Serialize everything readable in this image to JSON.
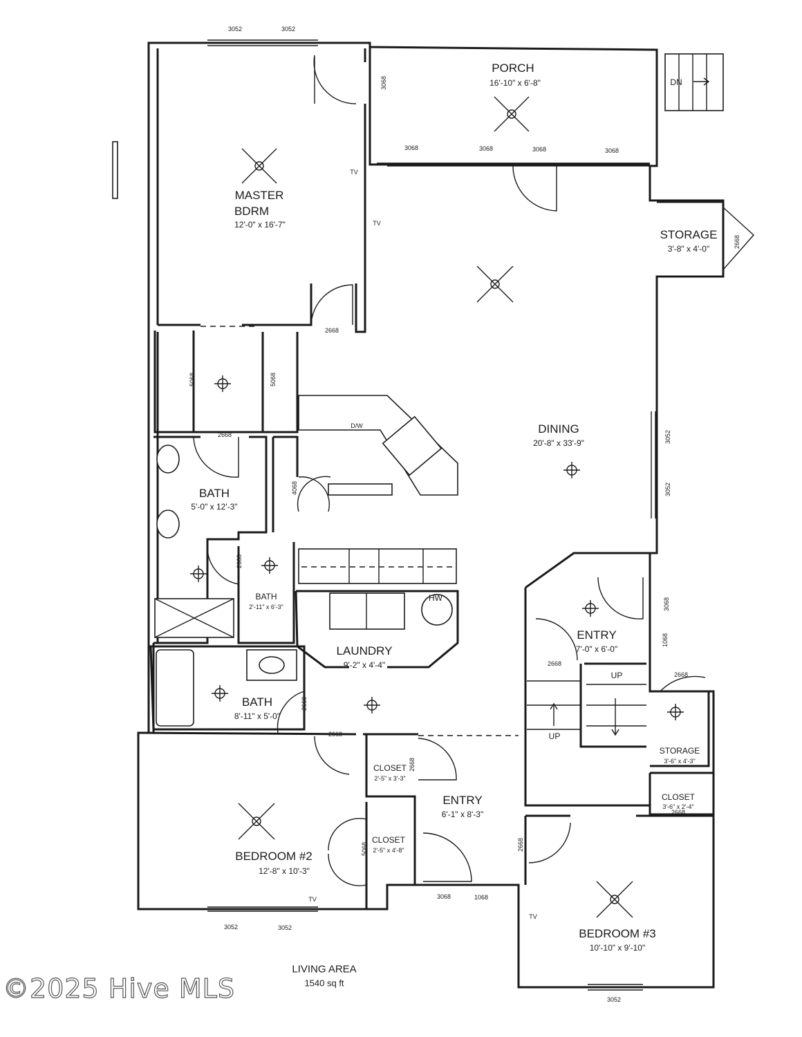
{
  "rooms": {
    "porch": {
      "name": "PORCH",
      "dims": "16'-10\" x 6'-8\""
    },
    "master": {
      "name_line1": "MASTER",
      "name_line2": "BDRM",
      "dims": "12'-0\" x 16'-7\""
    },
    "storage_top": {
      "name": "STORAGE",
      "dims": "3'-8\" x 4'-0\""
    },
    "dining": {
      "name": "DINING",
      "dims": "20'-8\" x 33'-9\""
    },
    "bath_master": {
      "name": "BATH",
      "dims": "5'-0\" x 12'-3\""
    },
    "bath_small": {
      "name": "BATH",
      "dims": "2'-11\" x 6'-3\""
    },
    "laundry": {
      "name": "LAUNDRY",
      "dims": "9'-2\" x 4'-4\""
    },
    "bath_hall": {
      "name": "BATH",
      "dims": "8'-11\" x 5'-0\""
    },
    "entry_right": {
      "name": "ENTRY",
      "dims": "7'-0\" x 6'-0\""
    },
    "storage_bottom": {
      "name": "STORAGE",
      "dims": "3'-6\" x 4'-3\""
    },
    "closet_1": {
      "name": "CLOSET",
      "dims": "2'-5\" x 3'-3\""
    },
    "closet_2": {
      "name": "CLOSET",
      "dims": "2'-5\" x 4'-8\""
    },
    "closet_3": {
      "name": "CLOSET",
      "dims": "3'-6\" x 2'-4\""
    },
    "entry_center": {
      "name": "ENTRY",
      "dims": "6'-1\" x 8'-3\""
    },
    "bedroom2": {
      "name": "BEDROOM #2",
      "dims": "12'-8\" x 10'-3\""
    },
    "bedroom3": {
      "name": "BEDROOM #3",
      "dims": "10'-10\" x 9'-10\""
    }
  },
  "codes": {
    "w3052": "3052",
    "d3068": "3068",
    "d2668": "2668",
    "d5068": "5068",
    "d4068": "4068",
    "d1068": "1068"
  },
  "marks": {
    "dn": "DN",
    "up": "UP",
    "tv": "TV",
    "dw": "D/W",
    "hw": "HW"
  },
  "footer": {
    "title": "LIVING AREA",
    "area": "1540 sq ft"
  },
  "watermark": "©2025 Hive MLS"
}
